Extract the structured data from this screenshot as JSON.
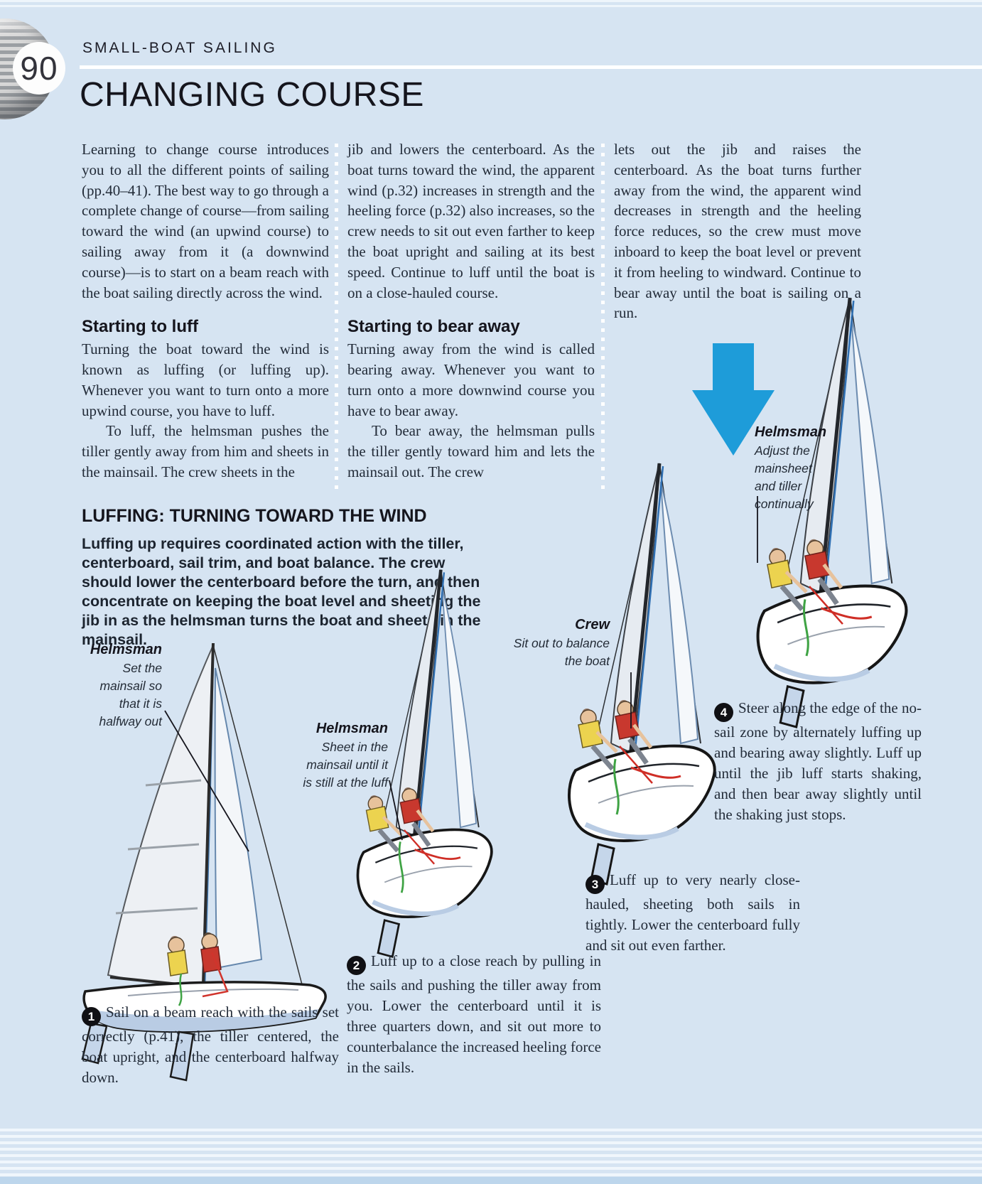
{
  "colors": {
    "page_bg": "#d6e4f2",
    "arrow_blue": "#1e9cd9",
    "heading_text": "#15151d",
    "body_text": "#222b38",
    "step_badge_bg": "#101014",
    "divider_dots": "#ffffff"
  },
  "icons": {
    "down_arrow": "down-arrow",
    "page_sphere": "striped-sphere"
  },
  "header": {
    "page_number": "90",
    "section_label": "SMALL-BOAT SAILING",
    "title": "CHANGING COURSE"
  },
  "columns": {
    "col1": {
      "p1": "Learning to change course introduces you to all the different points of sailing (pp.40–41). The best way to go through a complete change of course—from sailing toward the wind (an upwind course) to sailing away from it (a downwind course)—is to start on a beam reach with the boat sailing directly across the wind.",
      "heading": "Starting to luff",
      "p2": "Turning the boat toward the wind is known as luffing (or luffing up). Whenever you want to turn onto a more upwind course, you have to luff.",
      "p3": "To luff, the helmsman pushes the tiller gently away from him and sheets in the mainsail. The crew sheets in the"
    },
    "col2": {
      "p1": "jib and lowers the centerboard. As the boat turns toward the wind, the apparent wind (p.32) increases in strength and the heeling force (p.32) also increases, so the crew needs to sit out even farther to keep the boat upright and sailing at its best speed. Continue to luff until the boat is on a close-hauled course.",
      "heading": "Starting to bear away",
      "p2": "Turning away from the wind is called bearing away. Whenever you want to turn onto a more downwind course you have to bear away.",
      "p3": "To bear away, the helmsman pulls the tiller gently toward him and lets the mainsail out. The crew"
    },
    "col3": {
      "p1": "lets out the jib and raises the centerboard. As the boat turns further away from the wind, the apparent wind decreases in strength and the heeling force reduces, so the crew must move inboard to keep the boat level or prevent it from heeling to windward. Continue to bear away until the boat is sailing on a run."
    }
  },
  "feature": {
    "heading": "LUFFING: TURNING TOWARD THE WIND",
    "intro": "Luffing up requires coordinated action with the tiller, centerboard, sail trim, and boat balance. The crew should lower the centerboard before the turn, and then concentrate on keeping the boat level and sheeting the jib in as the helmsman turns the boat and sheets in the mainsail."
  },
  "labels": {
    "helmsman1": {
      "title": "Helmsman",
      "note": "Set the mainsail so that it is halfway out"
    },
    "helmsman2": {
      "title": "Helmsman",
      "note": "Sheet in the mainsail until it is still at the luff"
    },
    "crew": {
      "title": "Crew",
      "note": "Sit out to balance the boat"
    },
    "helmsman4": {
      "title": "Helmsman",
      "note": "Adjust the mainsheet and tiller continually"
    }
  },
  "steps": [
    {
      "number": "1",
      "text": "Sail on a beam reach with the sails set correctly (p.41), the tiller centered, the boat upright, and the centerboard halfway down."
    },
    {
      "number": "2",
      "text": "Luff up to a close reach by pulling in the sails and pushing the tiller away from you. Lower the centerboard until it is three quarters down, and sit out more to counterbalance the increased heeling force in the sails."
    },
    {
      "number": "3",
      "text": "Luff up to very nearly close-hauled, sheeting both sails in tightly. Lower the centerboard fully and sit out even farther."
    },
    {
      "number": "4",
      "text": "Steer along the edge of the no-sail zone by alternately luffing up and bearing away slightly. Luff up until the jib luff starts shaking, and then bear away slightly until the shaking just stops."
    }
  ]
}
